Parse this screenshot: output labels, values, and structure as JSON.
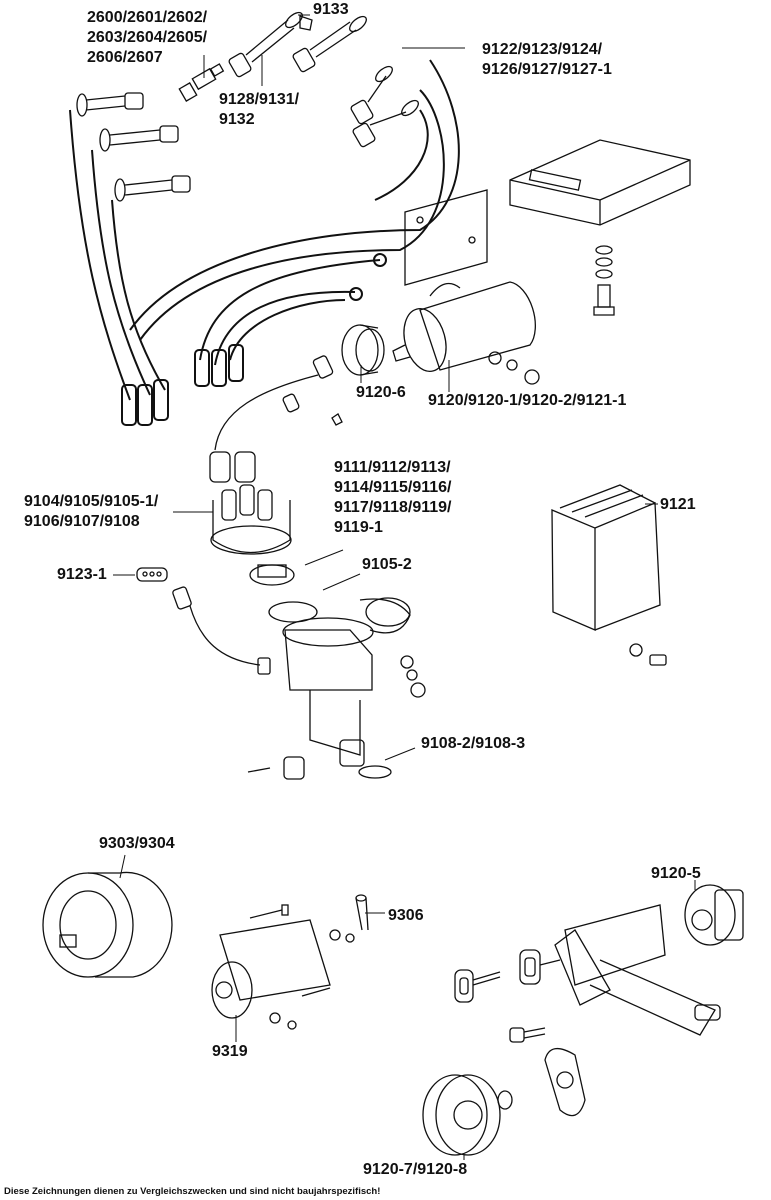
{
  "diagram": {
    "type": "exploded parts illustration - ignition system",
    "labels": [
      {
        "id": "spark-plugs",
        "text": "2600/2601/2602/\n2603/2604/2605/\n2606/2607"
      },
      {
        "id": "plug-connector-angle",
        "text": "9133"
      },
      {
        "id": "plug-connector",
        "text": "9128/9131/\n9132"
      },
      {
        "id": "ignition-lead-set",
        "text": "9122/9123/9124/\n9126/9127/9127-1"
      },
      {
        "id": "coil-boot",
        "text": "9120-6"
      },
      {
        "id": "ignition-coil",
        "text": "9120/9120-1/9120-2/9121-1"
      },
      {
        "id": "distributor-parts",
        "text": "9111/9112/9113/\n9114/9115/9116/\n9117/9118/9119/\n9119-1"
      },
      {
        "id": "distributor-cap",
        "text": "9104/9105/9105-1/\n9106/9107/9108"
      },
      {
        "id": "regulator",
        "text": "9121"
      },
      {
        "id": "connector-block",
        "text": "9123-1"
      },
      {
        "id": "vacuum-unit",
        "text": "9105-2"
      },
      {
        "id": "distributor-seal",
        "text": "9108-2/9108-3"
      },
      {
        "id": "alternator",
        "text": "9303/9304"
      },
      {
        "id": "solenoid-pin",
        "text": "9306"
      },
      {
        "id": "starter",
        "text": "9319"
      },
      {
        "id": "ignition-switch",
        "text": "9120-5"
      },
      {
        "id": "steering-lock-cover",
        "text": "9120-7/9120-8"
      }
    ],
    "footer_note": "Diese Zeichnungen dienen zu Vergleichszwecken und sind nicht baujahrspezifisch!"
  }
}
